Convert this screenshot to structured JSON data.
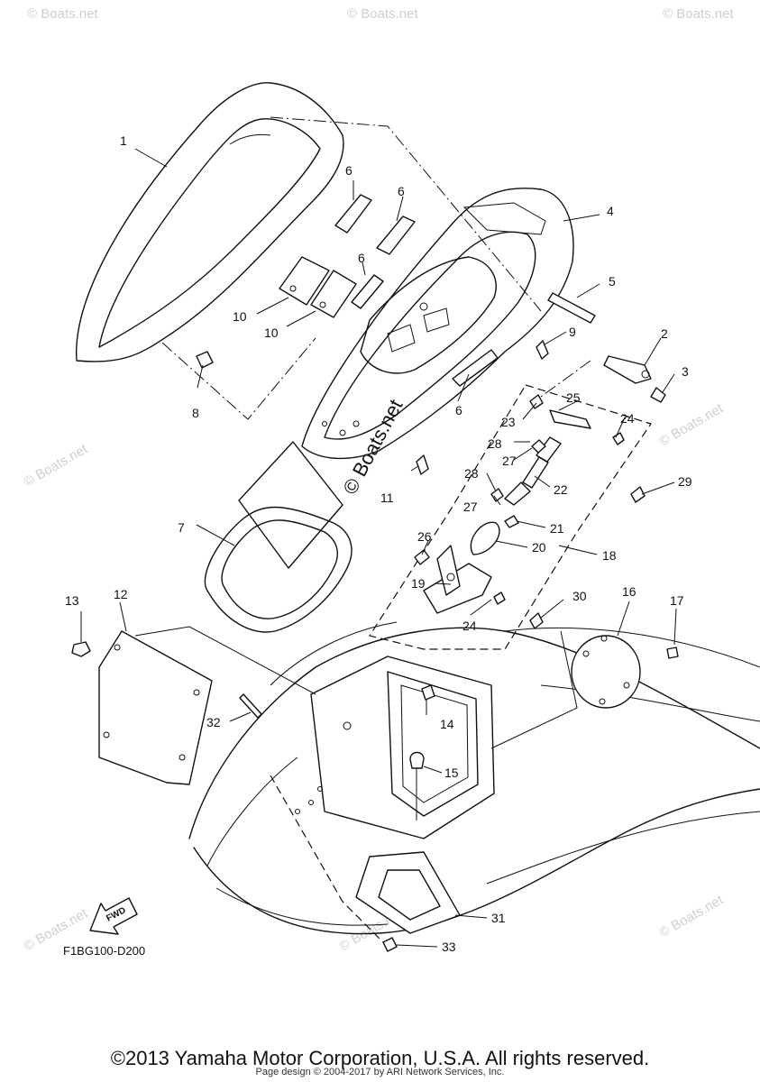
{
  "watermark": "© Boats.net",
  "center_watermark": "© Boats.net",
  "fwd_label": "FWD",
  "diagram_code": "F1BG100-D200",
  "copyright": "©2013 Yamaha Motor Corporation, U.S.A. All rights reserved.",
  "page_design": "Page design © 2004-2017 by ARI Network Services, Inc.",
  "callouts": {
    "c1": "1",
    "c2": "2",
    "c3": "3",
    "c4": "4",
    "c5": "5",
    "c6a": "6",
    "c6b": "6",
    "c6c": "6",
    "c6d": "6",
    "c7": "7",
    "c8": "8",
    "c9": "9",
    "c10a": "10",
    "c10b": "10",
    "c11": "11",
    "c12": "12",
    "c13": "13",
    "c14": "14",
    "c15": "15",
    "c16": "16",
    "c17": "17",
    "c18": "18",
    "c19": "19",
    "c20": "20",
    "c21": "21",
    "c22": "22",
    "c23": "23",
    "c24a": "24",
    "c24b": "24",
    "c25": "25",
    "c26": "26",
    "c27a": "27",
    "c27b": "27",
    "c28a": "28",
    "c28b": "28",
    "c29": "29",
    "c30": "30",
    "c31": "31",
    "c32": "32",
    "c33": "33"
  }
}
